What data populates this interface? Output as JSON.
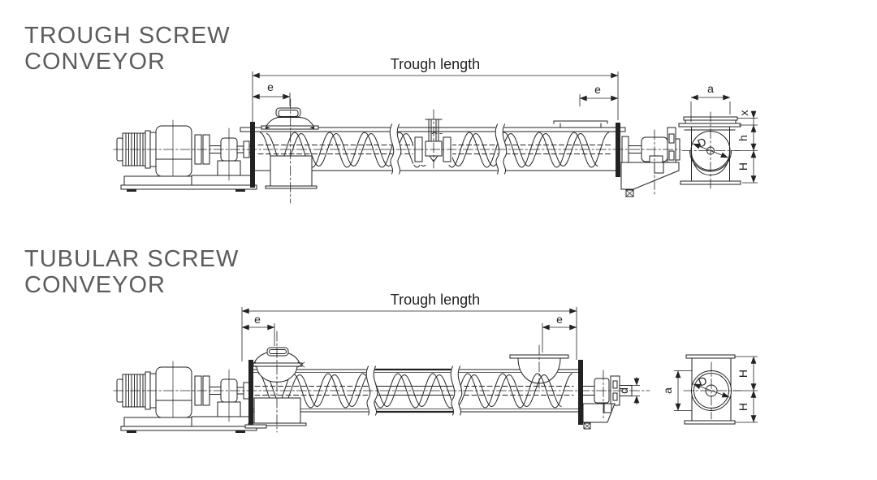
{
  "page": {
    "background": "#ffffff",
    "ink": "#222222",
    "title_color": "#5b5c5e"
  },
  "trough_section": {
    "title_line1": "TROUGH SCREW",
    "title_line2": "CONVEYOR",
    "labels": {
      "trough_length": "Trough length",
      "e_left": "e",
      "e_right": "e",
      "a": "a",
      "x": "x",
      "h": "h",
      "H": "H",
      "D": "D"
    }
  },
  "tubular_section": {
    "title_line1": "TUBULAR SCREW",
    "title_line2": "CONVEYOR",
    "labels": {
      "trough_length": "Trough length",
      "e_left": "e",
      "e_right": "e",
      "a": "a",
      "H_upper": "H",
      "H_lower": "H",
      "D": "D",
      "d": "d"
    }
  }
}
